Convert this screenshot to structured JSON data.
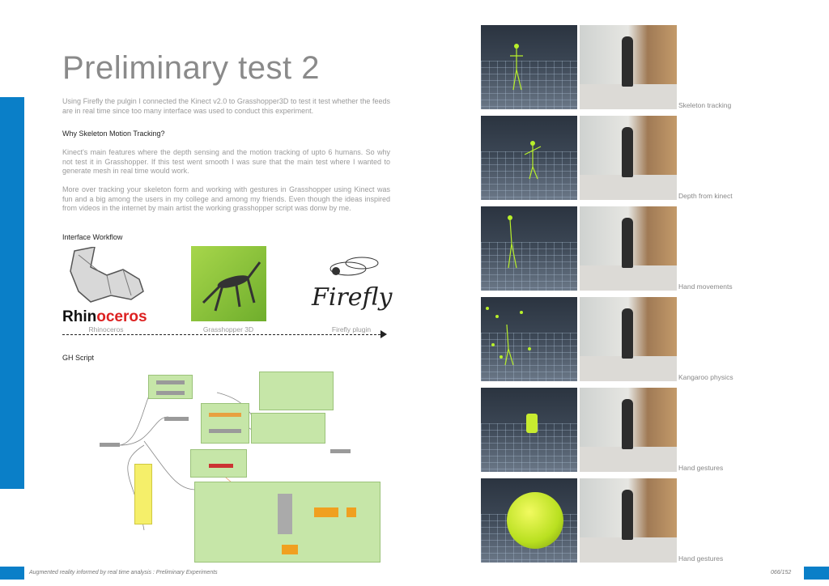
{
  "title": "Preliminary test 2",
  "intro": "Using Firefly the pulgin I connected the Kinect v2.0 to Grasshopper3D to test it test whether the feeds are in real time since too many interface was used to conduct this experiment.",
  "section1": {
    "heading": "Why Skeleton Motion Tracking?",
    "para1": "Kinect's main features where the depth sensing and the motion tracking of upto 6 humans. So why not test it in Grasshopper. If this test went smooth I was sure that the main test where I wanted to generate mesh in real time would work.",
    "para2": "More over tracking your skeleton form and working with gestures in Grasshopper using Kinect was fun and a big among the users in my college and among my friends. Even though the ideas inspired from videos in the internet by main artist the working grasshopper script was donw by me."
  },
  "workflow": {
    "heading": "Interface Workflow",
    "items": [
      {
        "label": "Rhinoceros",
        "logo_text": "Rhinoceros"
      },
      {
        "label": "Grasshopper 3D"
      },
      {
        "label": "Firefly plugin",
        "logo_text": "Firefly"
      }
    ]
  },
  "gh_script": {
    "heading": "GH Script"
  },
  "captions": [
    "Skeleton tracking",
    "Depth from kinect",
    "Hand movements",
    "Kangaroo physics",
    "Hand gestures",
    "Hand gestures"
  ],
  "footer": {
    "text": "Augmented reality informed by real time analysis : Preliminary Experiments",
    "page": "066/152"
  },
  "colors": {
    "accent": "#0a7fc8",
    "skeleton": "#b8f02a"
  }
}
